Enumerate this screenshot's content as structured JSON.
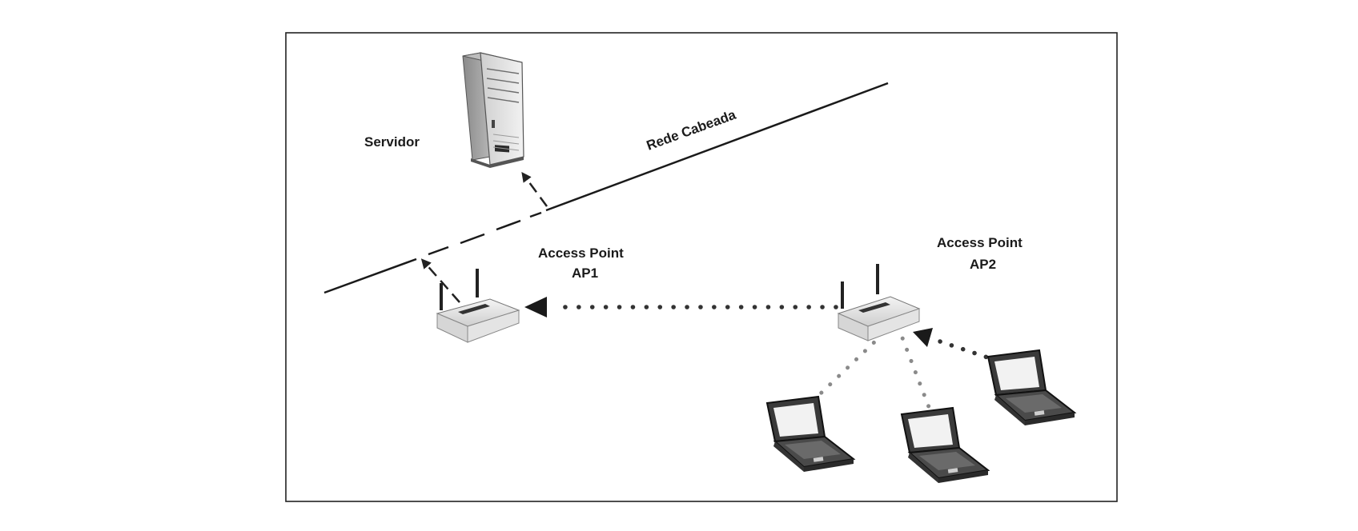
{
  "labels": {
    "server": "Servidor",
    "wired_network": "Rede Cabeada",
    "ap1_line1": "Access Point",
    "ap1_line2": "AP1",
    "ap2_line1": "Access Point",
    "ap2_line2": "AP2"
  },
  "icons": {
    "server": "server-tower-icon",
    "access_point": "wireless-router-icon",
    "laptop": "laptop-icon"
  },
  "colors": {
    "frame": "#222222",
    "wire": "#1a1a1a",
    "dotted_link": "#333333",
    "dotted_link_faint": "#8a8a8a",
    "device_body": "#e8e8e8",
    "device_shadow": "#9a9a9a"
  }
}
